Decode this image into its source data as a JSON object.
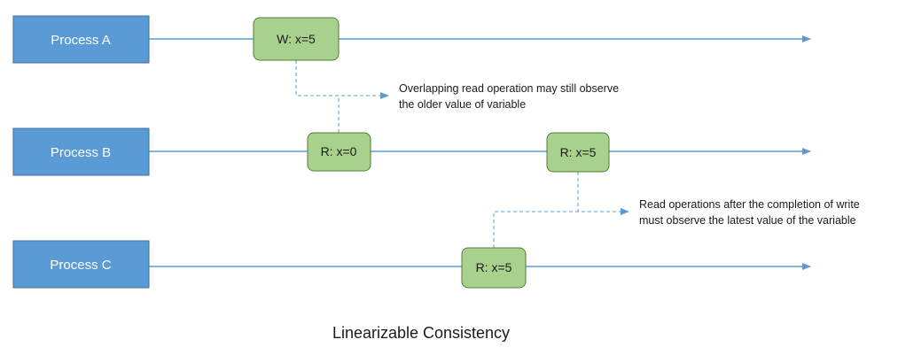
{
  "colors": {
    "process_fill": "#5b9bd5",
    "process_border": "#41719c",
    "op_fill": "#a9d18e",
    "op_border": "#507e32",
    "line": "#5b9bd5"
  },
  "processes": [
    {
      "label": "Process A"
    },
    {
      "label": "Process B"
    },
    {
      "label": "Process C"
    }
  ],
  "operations": [
    {
      "label": "W: x=5"
    },
    {
      "label": "R: x=0"
    },
    {
      "label": "R: x=5"
    },
    {
      "label": "R: x=5"
    }
  ],
  "notes": [
    {
      "lines": [
        "Overlapping read operation may still observe",
        "the older value of variable"
      ]
    },
    {
      "lines": [
        "Read operations after the completion of write",
        "must observe the latest value of the variable"
      ]
    }
  ],
  "title": "Linearizable Consistency"
}
